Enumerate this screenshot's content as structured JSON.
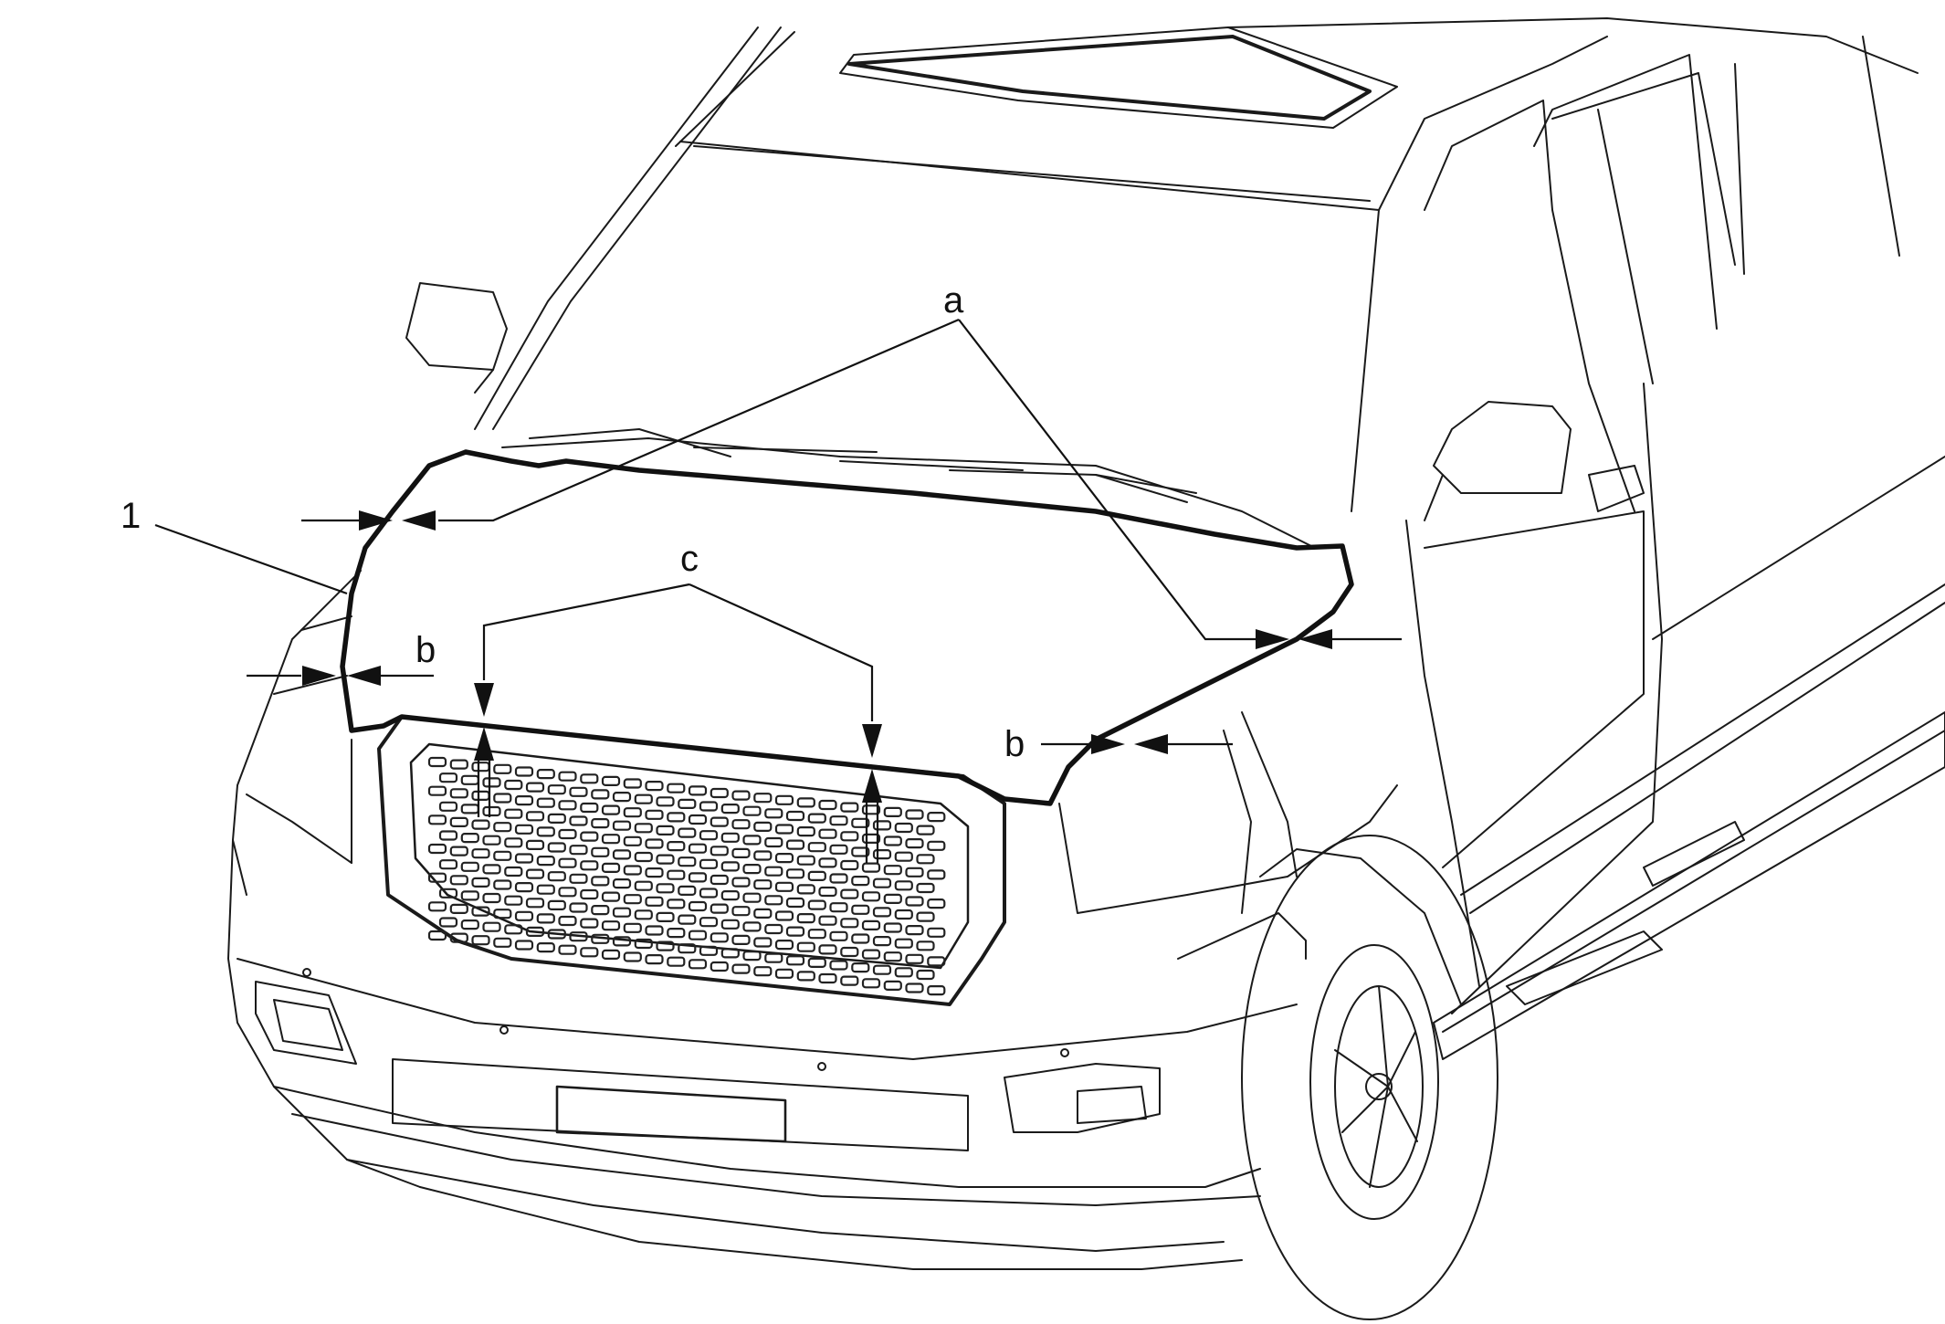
{
  "callouts": {
    "part_number": "1",
    "gap_a": "a",
    "gap_b_left": "b",
    "gap_b_right": "b",
    "gap_c": "c"
  }
}
